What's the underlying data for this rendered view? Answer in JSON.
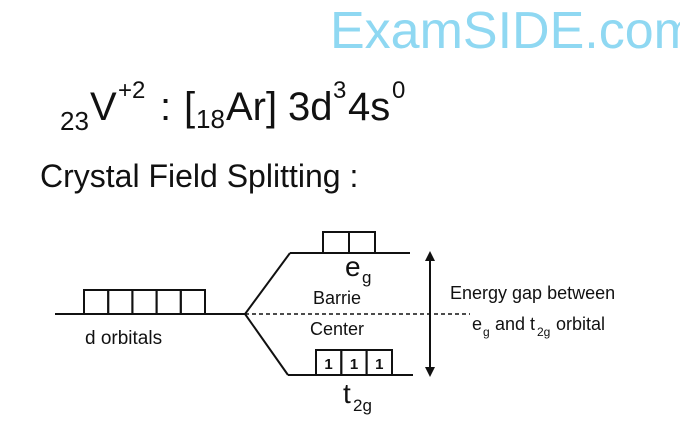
{
  "formula": {
    "atomic_number": "23",
    "symbol": "V",
    "charge": "+2",
    "colon": ":",
    "core_open": "[",
    "core_number": "18",
    "core_symbol": "Ar]",
    "config_3d": "3d",
    "d_count": "3",
    "config_4s": "4s",
    "s_count": "0"
  },
  "heading": "Crystal Field Splitting :",
  "diagram": {
    "d_label": "d orbitals",
    "eg_main": "e",
    "eg_sub": "g",
    "t2g_main": "t",
    "t2g_sub": "2g",
    "barrie_label": "Barrie",
    "center_label": "Center",
    "electrons": [
      "1",
      "1",
      "1"
    ],
    "gap_line1": "Energy gap between",
    "gap_e": "e",
    "gap_g": "g",
    "gap_and": " and t",
    "gap_2g": "2g",
    "gap_orbital": " orbital"
  },
  "watermark": "ExamSIDE.com",
  "colors": {
    "watermark": "#7fd3f0",
    "ink": "#111111"
  }
}
